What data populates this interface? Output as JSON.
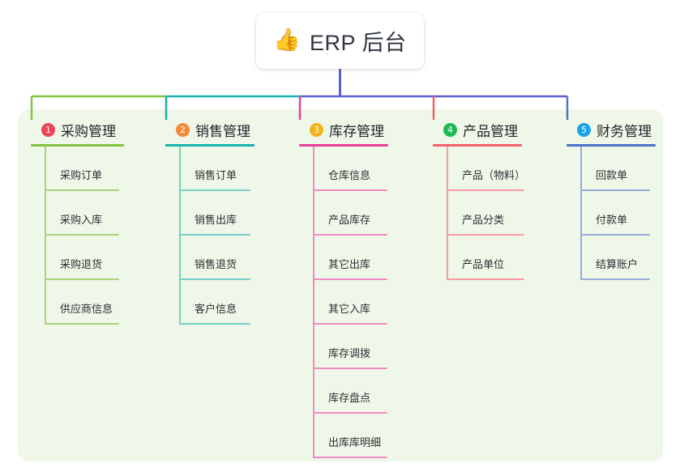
{
  "root": {
    "icon": "thumbs-up-icon",
    "icon_glyph": "👍",
    "title": "ERP 后台"
  },
  "palette": {
    "panel_bg": "#eff7e8",
    "page_bg": "#ffffff",
    "bus": "#5b5fc7",
    "text": "#2b2f35"
  },
  "columns": [
    {
      "number": "1",
      "title": "采购管理",
      "badge_color": "#f0435c",
      "line_color": "#82c341",
      "leaf_line_color": "#a9d37e",
      "items": [
        "采购订单",
        "采购入库",
        "采购退货",
        "供应商信息"
      ]
    },
    {
      "number": "2",
      "title": "销售管理",
      "badge_color": "#f4893a",
      "line_color": "#17b3ac",
      "leaf_line_color": "#76cfc9",
      "items": [
        "销售订单",
        "销售出库",
        "销售退货",
        "客户信息"
      ]
    },
    {
      "number": "3",
      "title": "库存管理",
      "badge_color": "#f3b418",
      "line_color": "#e83f9c",
      "leaf_line_color": "#ef8cc2",
      "items": [
        "仓库信息",
        "产品库存",
        "其它出库",
        "其它入库",
        "库存调拨",
        "库存盘点",
        "出库库明细"
      ]
    },
    {
      "number": "4",
      "title": "产品管理",
      "badge_color": "#1dbb52",
      "line_color": "#f4606c",
      "leaf_line_color": "#f79ba3",
      "items": [
        "产品（物料）",
        "产品分类",
        "产品单位"
      ]
    },
    {
      "number": "5",
      "title": "财务管理",
      "badge_color": "#1ba3e8",
      "line_color": "#4f74c8",
      "leaf_line_color": "#94aede",
      "items": [
        "回款单",
        "付款单",
        "结算账户"
      ]
    }
  ]
}
